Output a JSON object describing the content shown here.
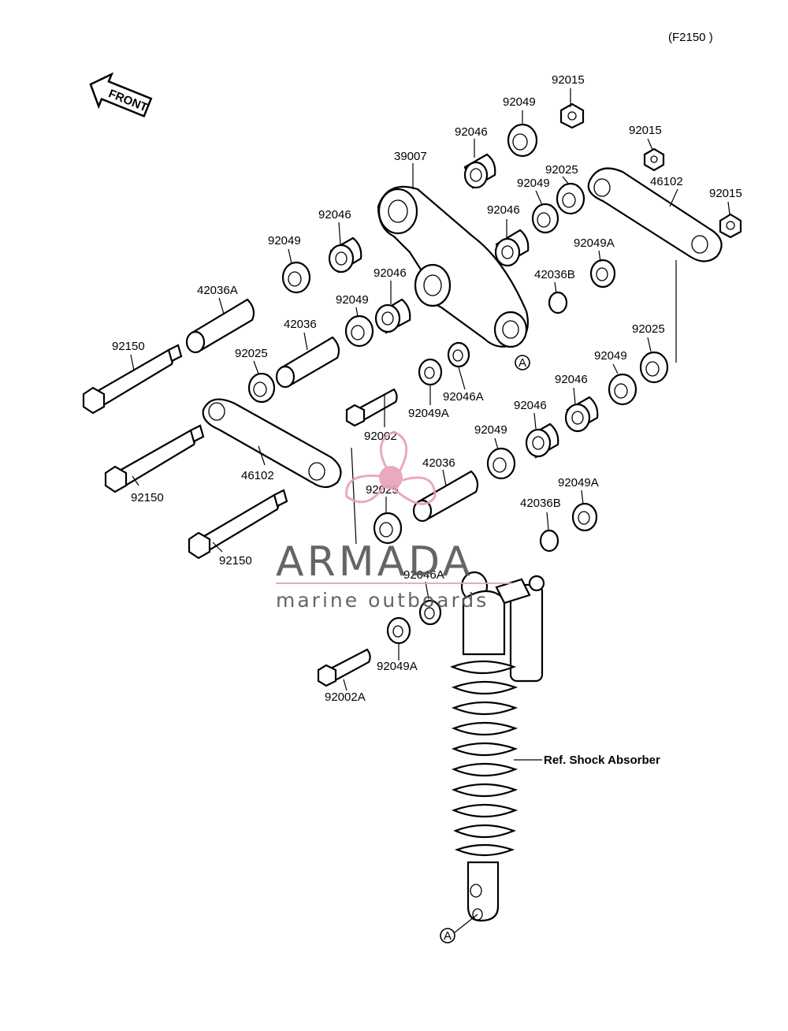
{
  "diagram": {
    "code": "(F2150 )",
    "front_label": "FRONT",
    "marker_label": "A",
    "ref_note": "Ref. Shock Absorber",
    "part_labels": {
      "p92015_a": "92015",
      "p92049_a": "92049",
      "p92046_a": "92046",
      "p39007": "39007",
      "p92015_b": "92015",
      "p92025_a": "92025",
      "p92049_b": "92049",
      "p46102_a": "46102",
      "p92015_c": "92015",
      "p92046_b": "92046",
      "p92049A_a": "92049A",
      "p42036B_a": "42036B",
      "p92046_c": "92046",
      "p92049_c": "92049",
      "p92049_d": "92049",
      "p42036A": "42036A",
      "p42036_a": "42036",
      "p92150_a": "92150",
      "p92025_b": "92025",
      "p92002": "92002",
      "p92049A_b": "92049A",
      "p92046A_a": "92046A",
      "p92025_c": "92025",
      "p92049_e": "92049",
      "p92046_d": "92046",
      "p92046_e": "92046",
      "p92049_f": "92049",
      "p42036_b": "42036",
      "p46102_b": "46102",
      "p92150_b": "92150",
      "p92025_d": "92025",
      "p92150_c": "92150",
      "p92049A_c": "92049A",
      "p42036B_b": "42036B",
      "p92046A_b": "92046A",
      "p92049A_d": "92049A",
      "p92002A": "92002A"
    }
  },
  "watermark": {
    "brand": "ARMADA",
    "tagline": "marine outboards",
    "accent_color": "#e8a0b8"
  }
}
